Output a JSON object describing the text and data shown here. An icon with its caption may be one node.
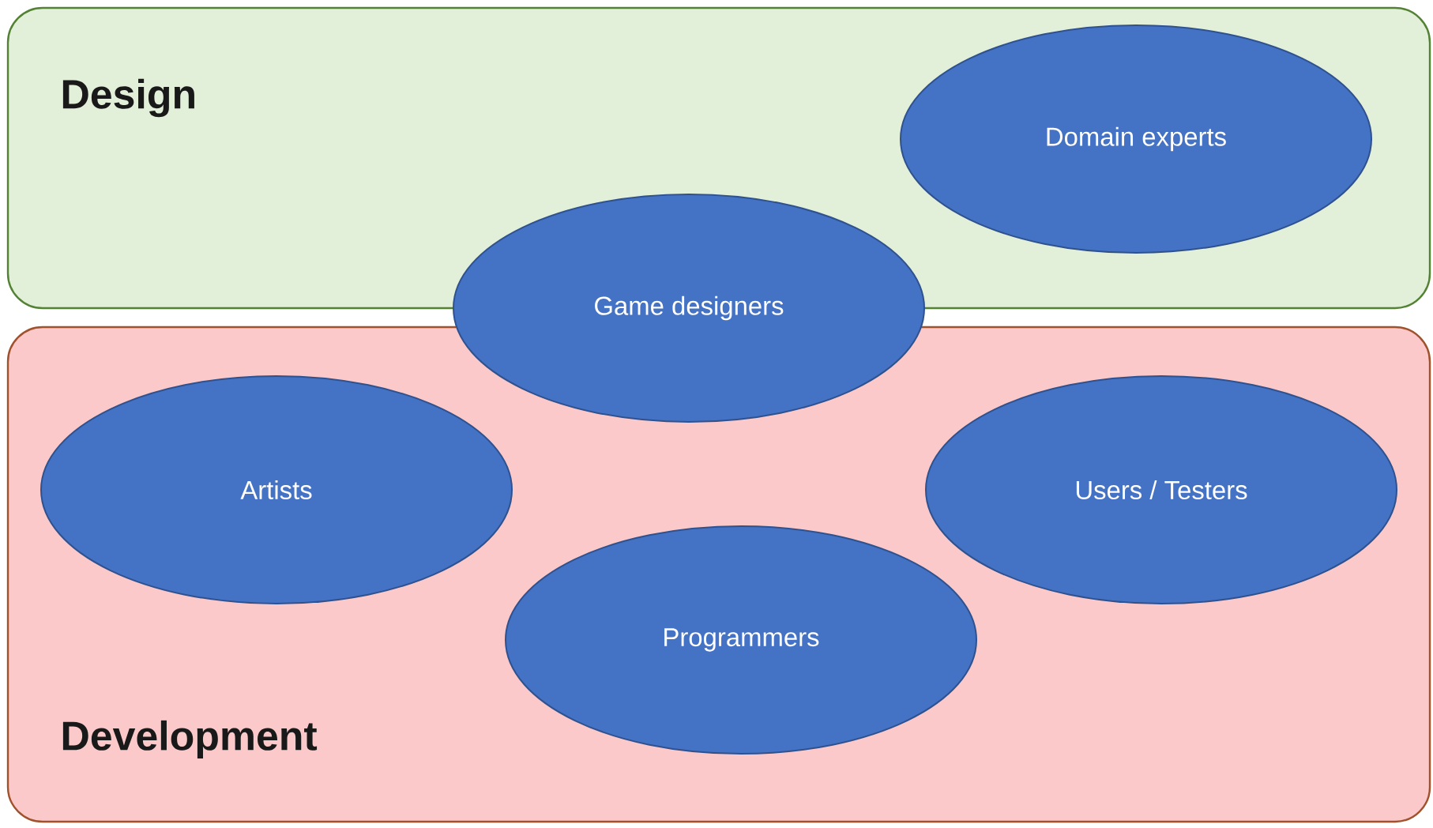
{
  "diagram": {
    "nodes": [
      {
        "text": [
          "Design"
        ]
      },
      {
        "text": [
          "Domain experts"
        ],
        "in": 0
      },
      {
        "text": [
          "Game designers"
        ]
      },
      {
        "text": [
          "Development"
        ]
      },
      {
        "text": [
          "Artists"
        ],
        "in": 3
      },
      {
        "text": [
          "Users / Testers"
        ],
        "in": 3
      },
      {
        "text": [
          "Programmers"
        ],
        "in": 3
      }
    ]
  }
}
